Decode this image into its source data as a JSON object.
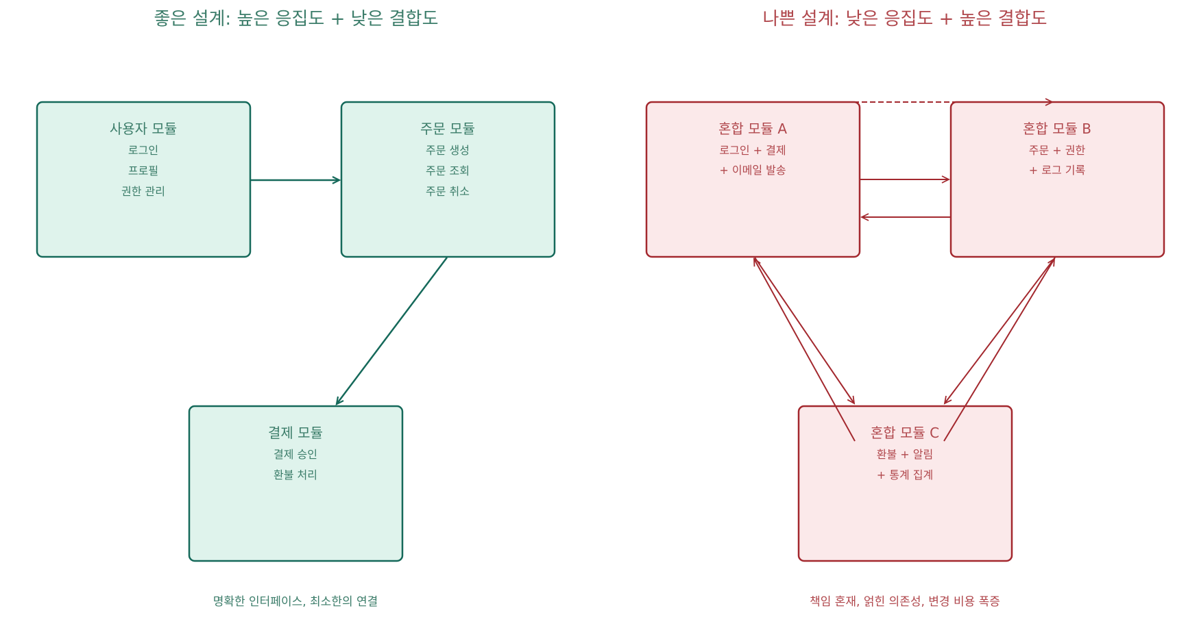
{
  "colors": {
    "good_stroke": "#15695a",
    "good_fill": "#dff3ec",
    "good_text": "#3b7c69",
    "bad_stroke": "#a3282e",
    "bad_fill": "#fbe9ea",
    "bad_text": "#b0474c"
  },
  "good": {
    "title": "좋은 설계: 높은 응집도 + 낮은 결합도",
    "caption": "명확한 인터페이스, 최소한의 연결",
    "user": {
      "title": "사용자 모듈",
      "lines": [
        "로그인",
        "프로필",
        "권한 관리"
      ]
    },
    "order": {
      "title": "주문 모듈",
      "lines": [
        "주문 생성",
        "주문 조회",
        "주문 취소"
      ]
    },
    "payment": {
      "title": "결제 모듈",
      "lines": [
        "결제 승인",
        "환불 처리"
      ]
    }
  },
  "bad": {
    "title": "나쁜 설계: 낮은 응집도 + 높은 결합도",
    "caption": "책임 혼재, 얽힌 의존성, 변경 비용 폭증",
    "a": {
      "title": "혼합 모듈 A",
      "lines": [
        "로그인 + 결제",
        "+ 이메일 발송"
      ]
    },
    "b": {
      "title": "혼합 모듈 B",
      "lines": [
        "주문 + 권한",
        "+ 로그 기록"
      ]
    },
    "c": {
      "title": "혼합 모듈 C",
      "lines": [
        "환불 + 알림",
        "+ 통계 집계"
      ]
    }
  }
}
